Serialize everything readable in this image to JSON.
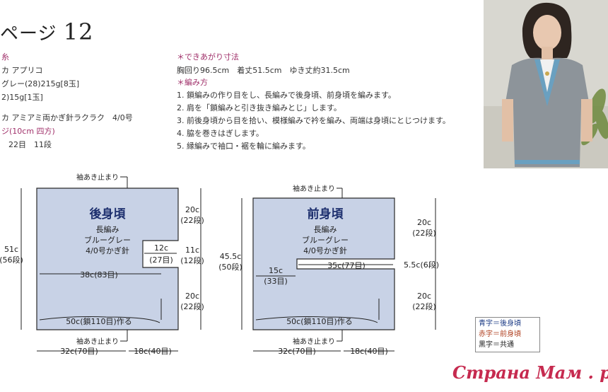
{
  "header": {
    "page_prefix": "ページ",
    "page_number": "12"
  },
  "materials": {
    "line1": "糸",
    "line2": "カ アプリコ",
    "line3": "グレー(28)215g[8玉]",
    "line4": "2)15g[1玉]",
    "line5": "カ アミアミ両かぎ針ラクラク　4/0号",
    "line6": "ジ(10cm 四方)",
    "line7": "22目　11段"
  },
  "finished_size": {
    "heading": "＊できあがり寸法",
    "text": "胸回り96.5cm　着丈51.5cm　ゆき丈約31.5cm"
  },
  "instructions": {
    "heading": "＊編み方",
    "steps": [
      "1. 鎖編みの作り目をし、長編みで後身頃、前身頃を編みます。",
      "2. 肩を「鎖編みと引き抜き編みとじ」します。",
      "3. 前後身頃から目を拾い、模様編みで衿を編み、両端は身頃にとじつけます。",
      "4. 脇を巻きはぎします。",
      "5. 縁編みで袖口・裾を輪に編みます。"
    ]
  },
  "back_body": {
    "title": "後身頃",
    "stitch": "長編み",
    "color": "ブルーグレー",
    "hook": "4/0号かぎ針",
    "armhole_top_label": "袖あき止まり",
    "armhole_bottom_label": "袖あき止まり",
    "height_label": "51c",
    "height_rows": "(56段)",
    "upper_right_label": "20c",
    "upper_right_rows": "(22段)",
    "middle_right_label": "11c",
    "middle_right_rows": "(12段)",
    "lower_right_label": "20c",
    "lower_right_rows": "(22段)",
    "notch_width_label": "12c",
    "notch_width_sts": "(27目)",
    "inner_width_label": "38c(83目)",
    "bottom_width_label": "50c(鎖110目)作る",
    "bottom_left_label": "32c(70目)",
    "bottom_right_label": "18c(40目)"
  },
  "front_body": {
    "title": "前身頃",
    "stitch": "長編み",
    "color": "ブルーグレー",
    "hook": "4/0号かぎ針",
    "armhole_top_label": "袖あき止まり",
    "armhole_bottom_label": "袖あき止まり",
    "height_label": "45.5c",
    "height_rows": "(50段)",
    "upper_right_label": "20c",
    "upper_right_rows": "(22段)",
    "middle_right_label": "5.5c(6段)",
    "lower_right_label": "20c",
    "lower_right_rows": "(22段)",
    "notch_left_label": "15c",
    "notch_left_sts": "(33目)",
    "notch_width_label": "35c(77目)",
    "bottom_width_label": "50c(鎖110目)作る",
    "bottom_left_label": "32c(70目)",
    "bottom_right_label": "18c(40目)"
  },
  "legend": {
    "blue": "青字＝後身頃",
    "red": "赤字＝前身頃",
    "black": "黒字＝共通"
  },
  "watermark": "Страна Мам . ру",
  "colors": {
    "body_fill": "#c8d2e6",
    "body_stroke": "#2a2a2a",
    "title_color": "#1d2f6e",
    "accent": "#a0306a"
  }
}
